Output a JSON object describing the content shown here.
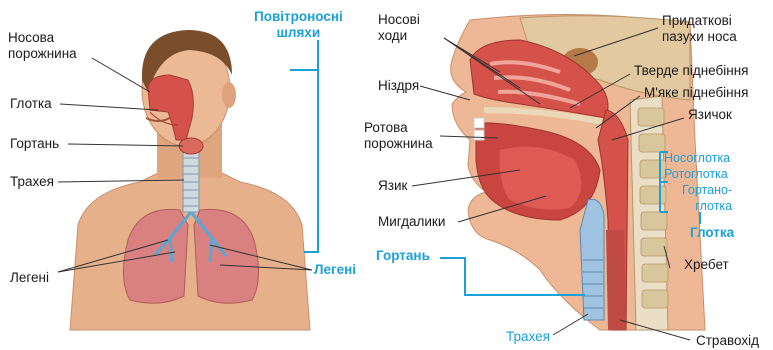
{
  "left_figure": {
    "labels": {
      "nasal_cavity": "Носова\nпорожнина",
      "pharynx": "Глотка",
      "larynx": "Гортань",
      "trachea": "Трахея",
      "lungs": "Легені",
      "airways": "Повітроносні\nшляхи",
      "lungs_group": "Легені"
    }
  },
  "right_figure": {
    "labels": {
      "nasal_passages": "Носові\nходи",
      "nostril": "Ніздря",
      "oral_cavity": "Ротова\nпорожнина",
      "tongue": "Язик",
      "tonsils": "Мигдалики",
      "sinuses": "Придаткові\nпазухи носа",
      "hard_palate": "Тверде піднебіння",
      "soft_palate": "М'яке піднебіння",
      "uvula": "Язичок",
      "nasopharynx": "Носоглотка",
      "oropharynx": "Ротоглотка",
      "laryngopharynx": "Гортано-\nглотка",
      "pharynx_group": "Глотка",
      "spine": "Хребет",
      "larynx_group": "Гортань",
      "trachea": "Трахея",
      "esophagus": "Стравохід"
    }
  },
  "colors": {
    "accent_blue": "#1ba0d8",
    "skin": "#e9b48f",
    "tissue_red": "#d4524a",
    "lung_pink": "#d98080",
    "bone": "#e8dcc2"
  }
}
